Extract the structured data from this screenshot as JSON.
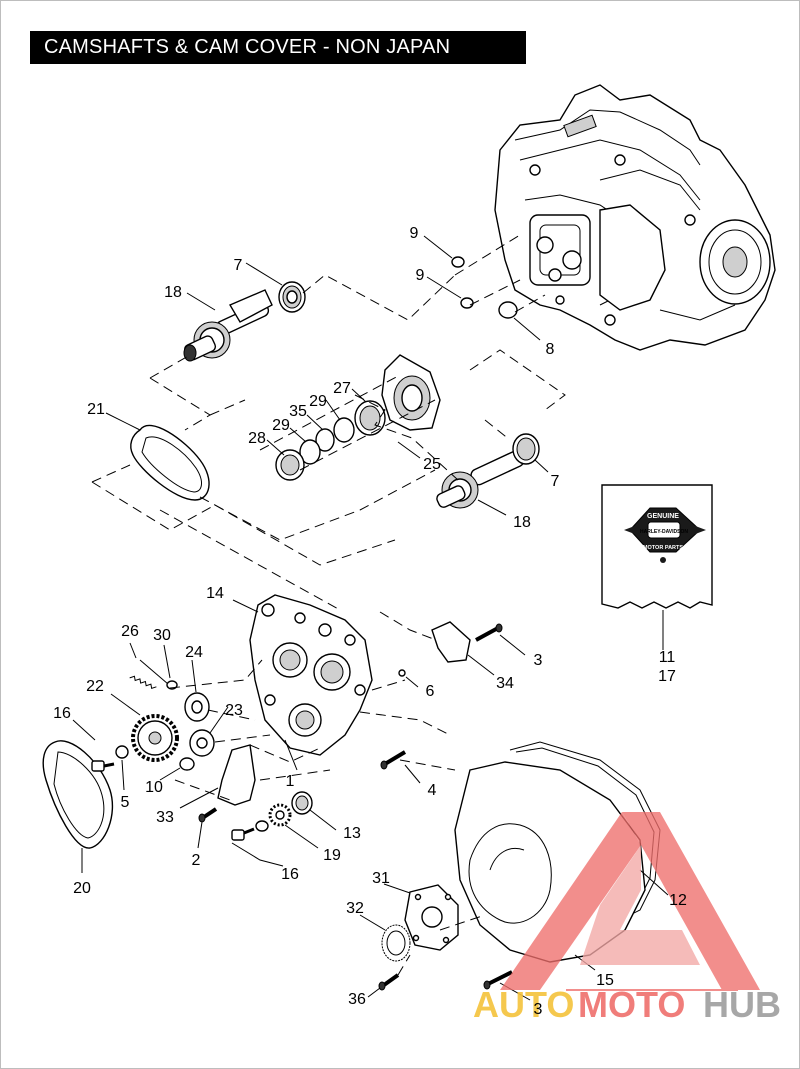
{
  "header": {
    "title": "CAMSHAFTS & CAM COVER - NON JAPAN"
  },
  "badge": {
    "top_line": "GENUINE",
    "middle_line": "HARLEY-DAVIDSON",
    "bottom_line": "MOTOR PARTS"
  },
  "watermark": {
    "part1": "AUTO",
    "part2": "MOTO",
    "part3": "HUB",
    "colors": [
      "#f5c33b",
      "#ef6f6c",
      "#9e9e9e"
    ]
  },
  "callouts": {
    "c1": "1",
    "c2": "2",
    "c3a": "3",
    "c3b": "3",
    "c4": "4",
    "c5": "5",
    "c6": "6",
    "c7a": "7",
    "c7b": "7",
    "c8": "8",
    "c9a": "9",
    "c9b": "9",
    "c10": "10",
    "c11_17": "11\n17",
    "c11": "11",
    "c17": "17",
    "c12": "12",
    "c13": "13",
    "c14": "14",
    "c15": "15",
    "c16a": "16",
    "c16b": "16",
    "c18a": "18",
    "c18b": "18",
    "c19": "19",
    "c20": "20",
    "c21": "21",
    "c22": "22",
    "c23": "23",
    "c24": "24",
    "c25": "25",
    "c26": "26",
    "c27": "27",
    "c28": "28",
    "c29a": "29",
    "c29b": "29",
    "c30": "30",
    "c31": "31",
    "c32": "32",
    "c33": "33",
    "c34": "34",
    "c35": "35",
    "c36": "36"
  }
}
